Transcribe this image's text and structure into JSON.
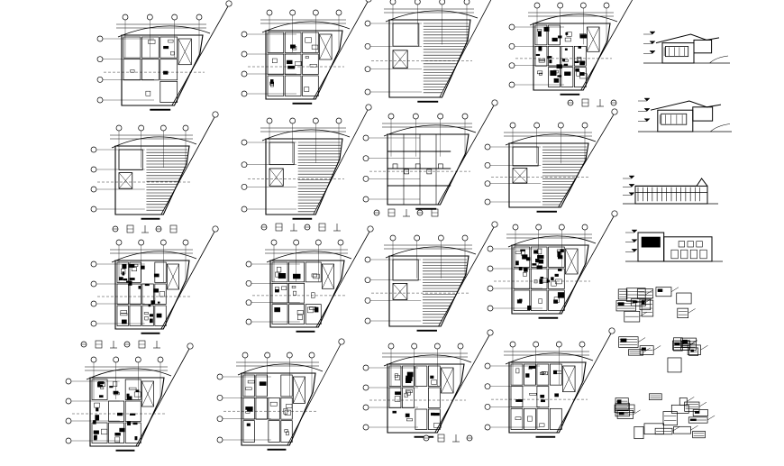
{
  "drawing": {
    "background": "#ffffff",
    "ink": "#000000",
    "plans": [
      {
        "name": "floor-plan-1"
      },
      {
        "name": "floor-plan-2"
      },
      {
        "name": "floor-plan-3"
      },
      {
        "name": "floor-plan-4"
      },
      {
        "name": "floor-plan-5"
      },
      {
        "name": "floor-plan-6"
      },
      {
        "name": "floor-plan-7"
      },
      {
        "name": "floor-plan-8"
      },
      {
        "name": "floor-plan-9"
      },
      {
        "name": "floor-plan-10"
      },
      {
        "name": "floor-plan-11"
      },
      {
        "name": "floor-plan-12"
      },
      {
        "name": "floor-plan-13"
      },
      {
        "name": "floor-plan-14"
      },
      {
        "name": "floor-plan-15"
      },
      {
        "name": "floor-plan-16"
      }
    ],
    "elevations": [
      {
        "name": "elevation-1"
      },
      {
        "name": "elevation-2"
      },
      {
        "name": "elevation-3"
      },
      {
        "name": "elevation-4"
      }
    ],
    "detail_groups": [
      {
        "name": "details-group-1"
      },
      {
        "name": "details-group-2"
      },
      {
        "name": "details-group-3"
      }
    ]
  }
}
